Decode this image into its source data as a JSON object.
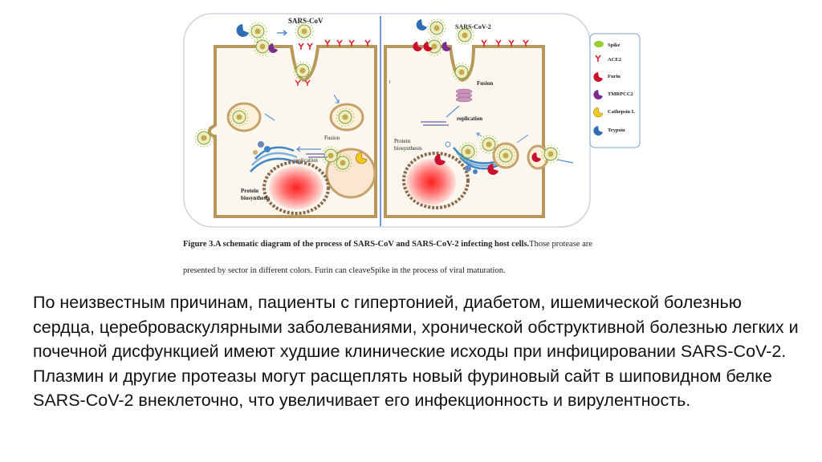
{
  "figure": {
    "left_virus": "SARS-CoV",
    "right_virus": "SARS-CoV-2",
    "labels": {
      "fusion_left": "Fusion",
      "replication_left": "replication",
      "protein_left": "Protein",
      "biosynthesis_left": "biosynthesis",
      "fusion_right": "Fusion",
      "replication_right": "replication",
      "protein_right": "Protein",
      "biosynthesis_right": "biosynthesis",
      "mark_1": "1"
    },
    "legend": [
      {
        "label": "Spike",
        "color": "#9acd32",
        "icon": "spike-icon"
      },
      {
        "label": "ACE2",
        "color": "#d9232e",
        "icon": "ace2-receptor-icon"
      },
      {
        "label": "Furin",
        "color": "#c8102e",
        "icon": "furin-icon"
      },
      {
        "label": "TMRPCC2",
        "color": "#7b2d8e",
        "icon": "tmprss2-icon"
      },
      {
        "label": "Cathepsin L",
        "color": "#f2c81e",
        "icon": "cathepsin-l-icon"
      },
      {
        "label": "Trypsin",
        "color": "#2f6db5",
        "icon": "trypsin-icon"
      }
    ]
  },
  "caption": {
    "bold": "Figure 3.A schematic diagram of the process of SARS-CoV and SARS-CoV-2 infecting host cells.",
    "rest": "Those protease are",
    "line2": "presented by sector in different colors. Furin can cleaveSpike in the process of viral maturation."
  },
  "body_text": "По неизвестным причинам, пациенты с гипертонией, диабетом, ишемической болезнью сердца, цереброваскулярными заболеваниями, хронической обструктивной болезнью легких и почечной дисфункцией имеют худшие клинические исходы при инфицировании SARS-CoV-2. Плазмин и другие протеазы могут расщеплять новый фуриновый сайт в шиповидном белке SARS-CoV-2 внеклеточно, что увеличивает его инфекционность и вирулентность."
}
